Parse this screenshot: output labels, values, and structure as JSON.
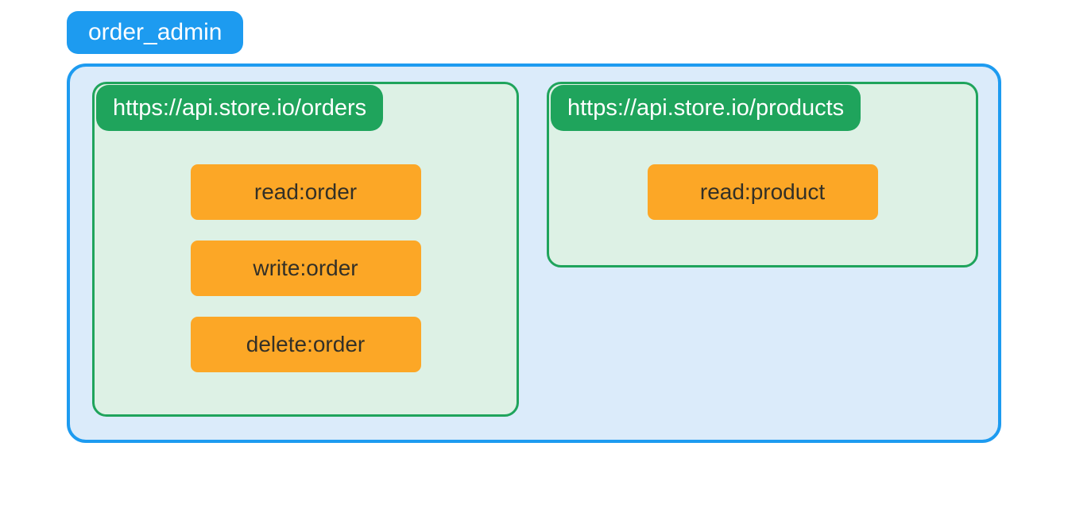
{
  "diagram": {
    "role": {
      "label": "order_admin"
    },
    "resource_servers": [
      {
        "url": "https://api.store.io/orders",
        "scopes": [
          "read:order",
          "write:order",
          "delete:order"
        ]
      },
      {
        "url": "https://api.store.io/products",
        "scopes": [
          "read:product"
        ]
      }
    ]
  },
  "colors": {
    "role_accent_blue": "#1d9bf0",
    "role_container_fill": "#dbebfa",
    "api_accent_green": "#1fa45c",
    "api_panel_fill": "#ddf1e5",
    "scope_orange": "#fca726",
    "scope_text": "#333027",
    "badge_text": "#ffffff",
    "page_background": "#ffffff"
  }
}
